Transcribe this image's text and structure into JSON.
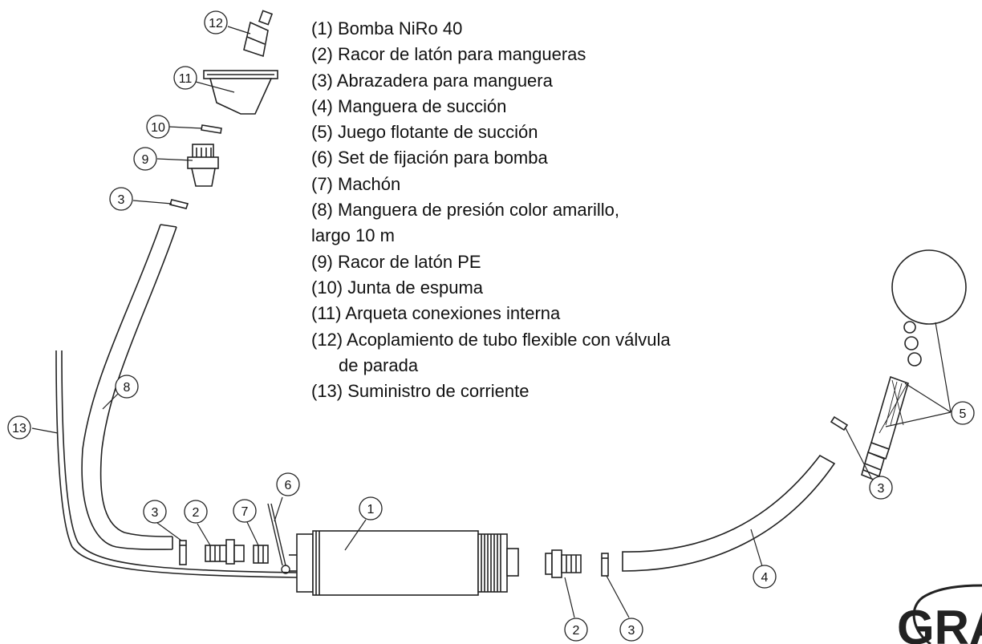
{
  "legend": {
    "items": [
      {
        "text": "(1) Bomba NiRo 40"
      },
      {
        "text": "(2) Racor de latón para mangueras"
      },
      {
        "text": "(3) Abrazadera para manguera"
      },
      {
        "text": "(4) Manguera de succión"
      },
      {
        "text": "(5) Juego flotante de succión"
      },
      {
        "text": "(6) Set de fijación para bomba"
      },
      {
        "text": "(7) Machón"
      },
      {
        "text": "(8) Manguera de presión color amarillo,",
        "cont": "largo 10 m"
      },
      {
        "text": "(9) Racor de latón PE"
      },
      {
        "text": "(10) Junta de espuma"
      },
      {
        "text": "(11) Arqueta conexiones interna"
      },
      {
        "text": "(12) Acoplamiento de tubo flexible con válvula",
        "cont": "de parada"
      },
      {
        "text": "(13) Suministro de corriente"
      }
    ]
  },
  "callouts": [
    "12",
    "11",
    "10",
    "9",
    "3",
    "8",
    "13",
    "3",
    "2",
    "7",
    "6",
    "1",
    "2",
    "3",
    "4",
    "3",
    "5"
  ],
  "brand": "GRA"
}
